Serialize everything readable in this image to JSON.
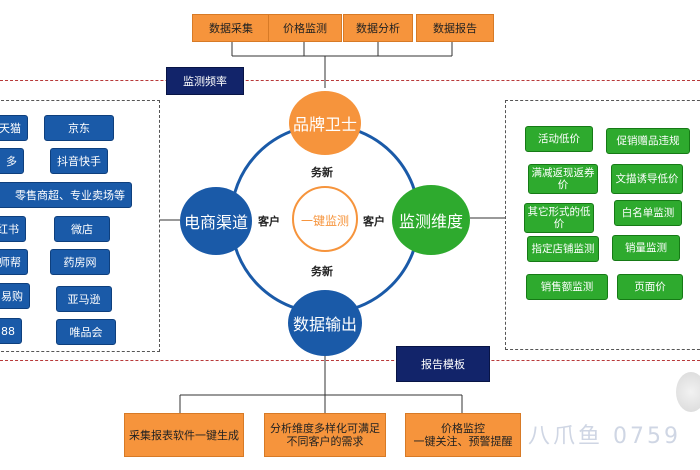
{
  "top_boxes": [
    "数据采集",
    "价格监测",
    "数据分析",
    "数据报告"
  ],
  "monitor_freq": "监测频率",
  "report_template": "报告模板",
  "center": {
    "core": "一键监测",
    "top": "品牌卫士",
    "left": "电商渠道",
    "right": "监测维度",
    "bottom": "数据输出",
    "label_top": "务新",
    "label_bottom": "务新",
    "label_left": "客户",
    "label_right": "客户"
  },
  "channels": [
    "天猫",
    "京东",
    "多",
    "抖音快手",
    "零售商超、专业卖场等",
    "红书",
    "微店",
    "师帮",
    "药房网",
    "易购",
    "亚马逊",
    "88",
    "唯品会"
  ],
  "dimensions": [
    "活动低价",
    "促销赠品违规",
    "满减返现返券价",
    "文描诱导低价",
    "其它形式的低价",
    "白名单监测",
    "指定店铺监测",
    "销量监测",
    "销售额监测",
    "页面价"
  ],
  "bottom_boxes": [
    {
      "line1": "采集报表软件一键生成",
      "line2": ""
    },
    {
      "line1": "分析维度多样化可满足",
      "line2": "不同客户的需求"
    },
    {
      "line1": "价格监控",
      "line2": "一键关注、预警提醒"
    }
  ],
  "watermark": "八爪鱼 0759",
  "colors": {
    "orange": "#f6943c",
    "blue": "#1a5aa8",
    "green": "#2eaa2e",
    "navy": "#12246a",
    "dash_red": "#b83a3a"
  }
}
